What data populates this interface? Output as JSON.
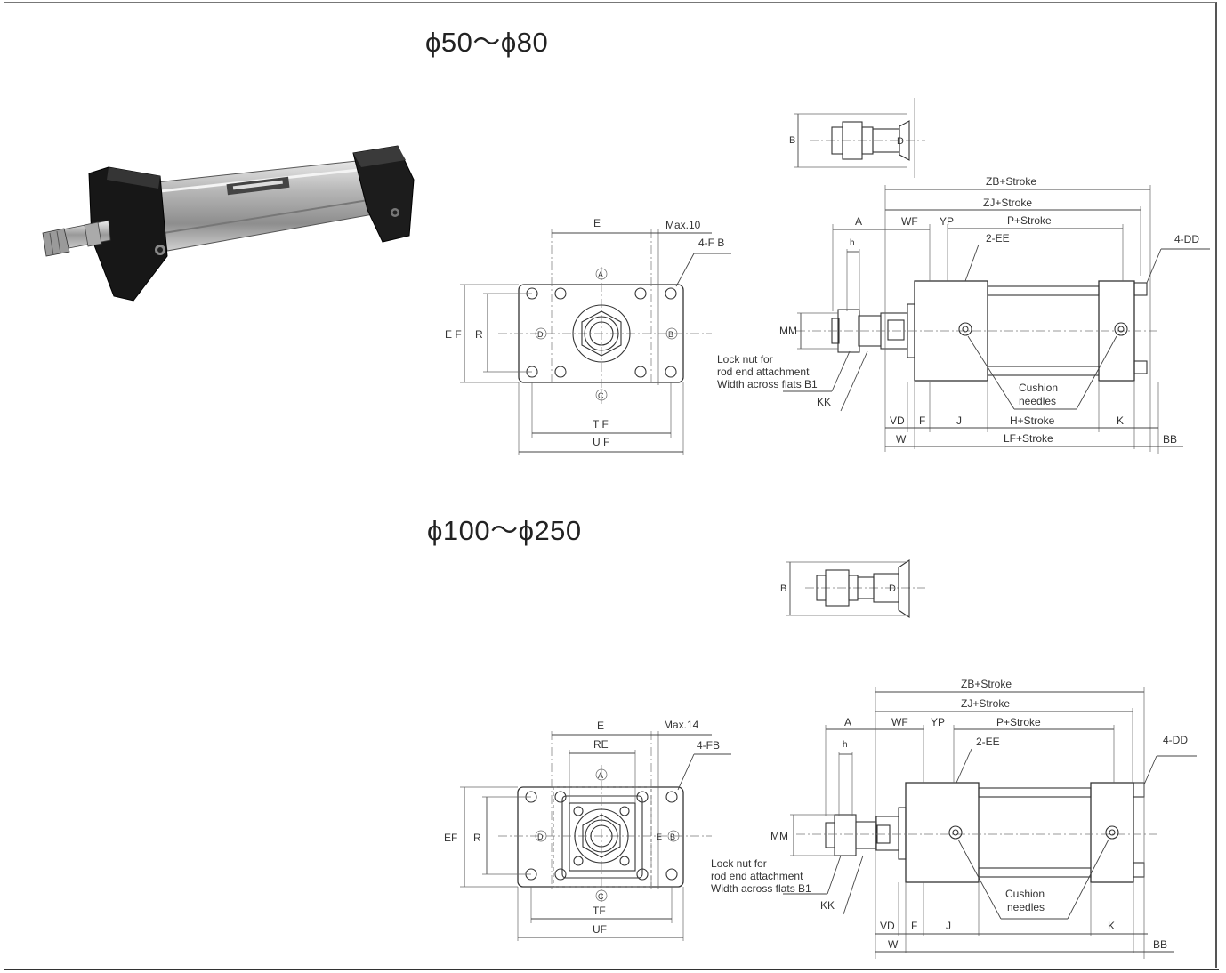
{
  "sections": [
    {
      "title": "ϕ50～ϕ80",
      "front_view": {
        "labels": {
          "E": "E",
          "max": "Max.10",
          "fb": "4-F B",
          "ef": "E F",
          "r": "R",
          "tf": "T F",
          "uf": "U F"
        },
        "ports": {
          "a": "A",
          "b": "B",
          "c": "C",
          "d": "D"
        }
      },
      "end_detail": {
        "b": "B",
        "d": "D"
      },
      "side_view": {
        "zb": "ZB+Stroke",
        "zj": "ZJ+Stroke",
        "p": "P+Stroke",
        "a": "A",
        "wf": "WF",
        "yp": "YP",
        "ee": "2-EE",
        "dd": "4-DD",
        "h": "h",
        "mm": "MM",
        "cushion": [
          "Cushion",
          "needles"
        ],
        "locknut": [
          "Lock nut for",
          "rod end attachment",
          "Width across flats B1"
        ],
        "kk": "KK",
        "vd": "VD",
        "f": "F",
        "j": "J",
        "hs": "H+Stroke",
        "k": "K",
        "w": "W",
        "lf": "LF+Stroke",
        "bb": "BB"
      }
    },
    {
      "title": "ϕ100～ϕ250",
      "front_view": {
        "labels": {
          "E": "E",
          "re": "RE",
          "max": "Max.14",
          "fb": "4-FB",
          "ef": "EF",
          "r": "R",
          "tf": "TF",
          "uf": "UF"
        },
        "ports": {
          "a": "A",
          "b": "B",
          "c": "C",
          "d": "D",
          "e": "E"
        }
      },
      "end_detail": {
        "b": "B",
        "d": "D"
      },
      "side_view": {
        "zb": "ZB+Stroke",
        "zj": "ZJ+Stroke",
        "p": "P+Stroke",
        "a": "A",
        "wf": "WF",
        "yp": "YP",
        "ee": "2-EE",
        "dd": "4-DD",
        "h": "h",
        "mm": "MM",
        "cushion": [
          "Cushion",
          "needles"
        ],
        "locknut": [
          "Lock nut for",
          "rod end attachment",
          "Width across flats B1"
        ],
        "kk": "KK",
        "vd": "VD",
        "f": "F",
        "j": "J",
        "k": "K",
        "w": "W",
        "bb": "BB"
      }
    }
  ],
  "colors": {
    "line": "#333333",
    "photo_dark": "#1a1a1a",
    "photo_tube": "#b8b8b8"
  }
}
